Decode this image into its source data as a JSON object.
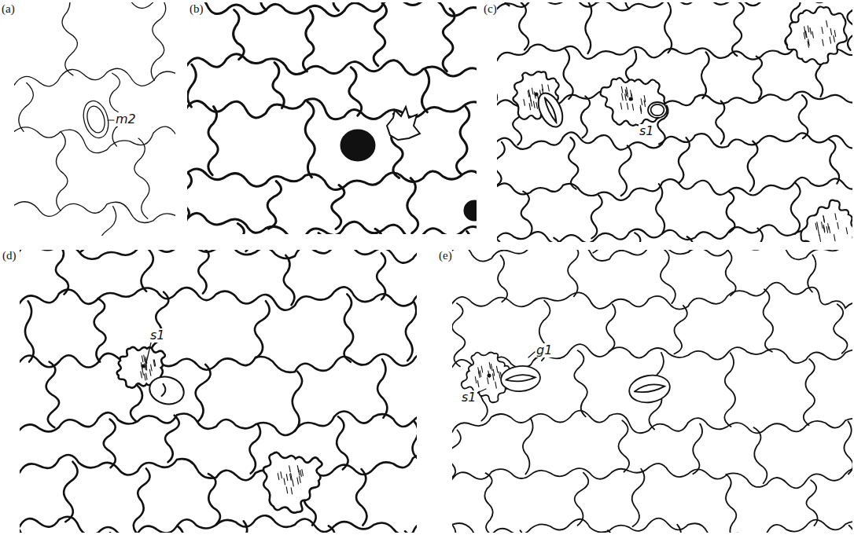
{
  "diagram": {
    "labels": [
      "(a)",
      "(b)",
      "(c)",
      "(d)",
      "(e)",
      "m2",
      "s1",
      "s1",
      "g1",
      "s1"
    ]
  }
}
